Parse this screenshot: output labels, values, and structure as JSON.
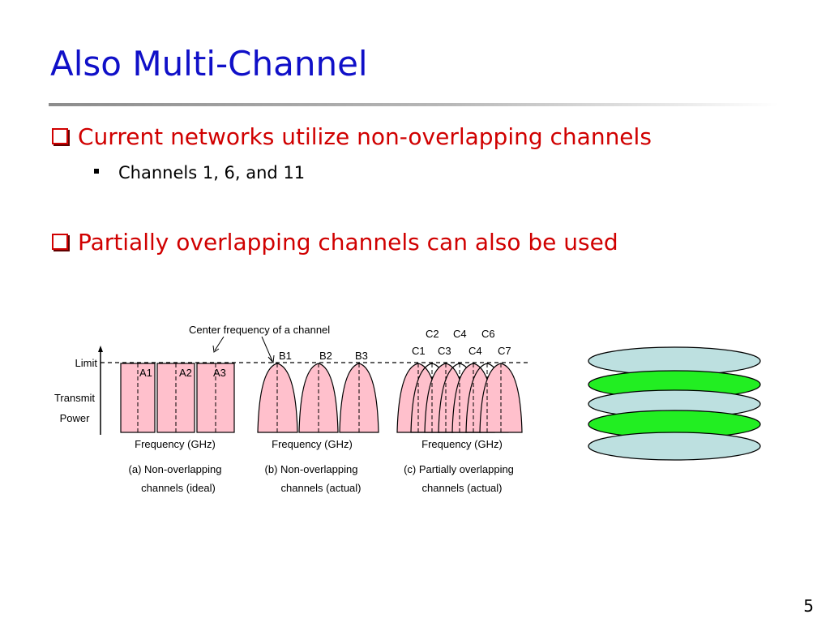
{
  "slide": {
    "title": "Also Multi-Channel",
    "page_number": "5"
  },
  "bullets": [
    {
      "text": "Current networks utilize non-overlapping channels",
      "sub": [
        "Channels 1, 6, and 11"
      ]
    },
    {
      "text": "Partially overlapping channels can also be used"
    }
  ],
  "figure": {
    "annotation": "Center frequency of a channel",
    "y_labels": {
      "limit": "Limit",
      "transmit_1": "Transmit",
      "transmit_2": "Power"
    },
    "panels": [
      {
        "channels": [
          "A1",
          "A2",
          "A3"
        ],
        "xlabel": "Frequency (GHz)",
        "caption_1": "(a) Non-overlapping",
        "caption_2": "channels (ideal)"
      },
      {
        "channels": [
          "B1",
          "B2",
          "B3"
        ],
        "xlabel": "Frequency (GHz)",
        "caption_1": "(b) Non-overlapping",
        "caption_2": "channels (actual)"
      },
      {
        "channels_top": [
          "C2",
          "C4",
          "C6"
        ],
        "channels_bottom": [
          "C1",
          "C3",
          "C4",
          "C7"
        ],
        "xlabel": "Frequency (GHz)",
        "caption_1": "(c) Partially overlapping",
        "caption_2": "channels (actual)"
      }
    ],
    "colors": {
      "fill": "#ffc0cc",
      "stroke": "#000000"
    }
  },
  "stack": {
    "colors": [
      "#bde0e0",
      "#22ee22",
      "#bde0e0",
      "#22ee22",
      "#bde0e0"
    ]
  }
}
